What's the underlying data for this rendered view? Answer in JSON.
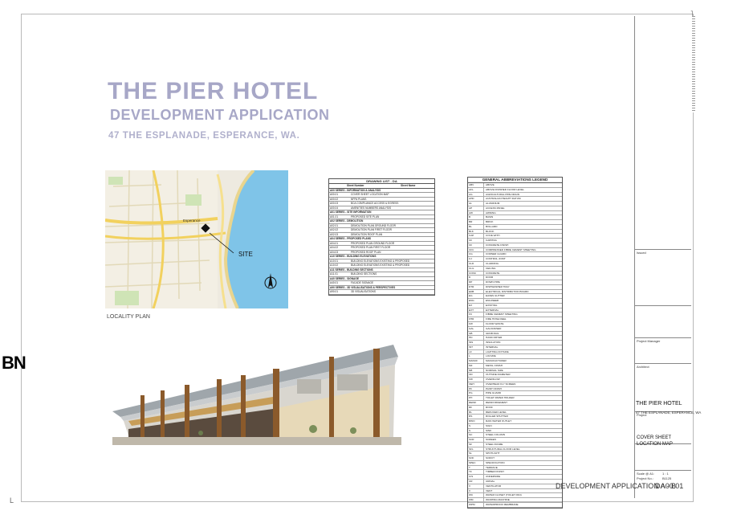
{
  "header": {
    "title": "THE PIER HOTEL",
    "subtitle": "DEVELOPMENT APPLICATION",
    "address": "47 THE ESPLANADE, ESPERANCE, WA."
  },
  "map": {
    "site_label": "SITE",
    "town_label": "Esperance",
    "caption": "LOCALITY PLAN"
  },
  "drawing_list": {
    "title": "DRAWING LIST - DA",
    "col_number": "Sheet Number",
    "col_name": "Sheet Name",
    "rows": [
      {
        "n": "A00 SERIES - INFORMATION & ANALYSIS",
        "t": "",
        "sec": true
      },
      {
        "n": "A00.01",
        "t": "COVER SHEET     LOCATION MAP"
      },
      {
        "n": "A00.02",
        "t": "NFPA PLANS"
      },
      {
        "n": "A00.03",
        "t": "BCA COMPLIANCE     ACCESS & EGRESS"
      },
      {
        "n": "A00.04",
        "t": "AMENITIES NUMBERS ANALYSIS"
      },
      {
        "n": "A01 SERIES - SITE INFORMATION",
        "t": "",
        "sec": true
      },
      {
        "n": "A01.01",
        "t": "PROPOSED SITE PLAN"
      },
      {
        "n": "A02 SERIES - DEMOLITION",
        "t": "",
        "sec": true
      },
      {
        "n": "A02.01",
        "t": "DEMOLITION PLAN   GROUND FLOOR"
      },
      {
        "n": "A02.02",
        "t": "DEMOLITION PLAN   FIRST FLOOR"
      },
      {
        "n": "A02.03",
        "t": "DEMOLITION ROOF PLAN"
      },
      {
        "n": "A04 SERIES - PROPOSED PLANS",
        "t": "",
        "sec": true
      },
      {
        "n": "A04.01",
        "t": "PROPOSED PLAN     GROUND FLOOR"
      },
      {
        "n": "A04.02",
        "t": "PROPOSED PLAN     FIRST FLOOR"
      },
      {
        "n": "A04.03",
        "t": "PROPOSED ROOF PLAN"
      },
      {
        "n": "A10 SERIES - BUILDING ELEVATIONS",
        "t": "",
        "sec": true
      },
      {
        "n": "A10.01",
        "t": "BUILDING ELEVATIONS    EXISTING & PROPOSED"
      },
      {
        "n": "A10.02",
        "t": "BUILDING ELEVATIONS    EXISTING & PROPOSED"
      },
      {
        "n": "A11 SERIES - BUILDING SECTIONS",
        "t": "",
        "sec": true
      },
      {
        "n": "A11.01",
        "t": "BUILDING SECTIONS"
      },
      {
        "n": "A40 SERIES - SIGNAGE",
        "t": "",
        "sec": true
      },
      {
        "n": "A40.01",
        "t": "FACADE SIGNAGE"
      },
      {
        "n": "A90 SERIES - 3D VISUALISATIONS & PERSPECTIVES",
        "t": "",
        "sec": true
      },
      {
        "n": "A90.01",
        "t": "3D VISUALISATIONS"
      }
    ]
  },
  "abbreviations": {
    "title": "GENERAL ABBREVIATIONS LEGEND",
    "rows": [
      {
        "a": "ABV",
        "d": "ABOVE"
      },
      {
        "a": "AFL",
        "d": "ABOVE FINISHED FLOOR LEVEL"
      },
      {
        "a": "AG",
        "d": "AGRICULTURAL PIPE DRAIN"
      },
      {
        "a": "AHD",
        "d": "AUSTRALIAN HEIGHT DATUM"
      },
      {
        "a": "AL",
        "d": "ALUMINIUM"
      },
      {
        "a": "AP",
        "d": "ACCESS PANEL"
      },
      {
        "a": "AW",
        "d": "AWNING"
      },
      {
        "a": "B",
        "d": "BASIN"
      },
      {
        "a": "BR",
        "d": "BRICK"
      },
      {
        "a": "BL",
        "d": "BOLLARD"
      },
      {
        "a": "BLK",
        "d": "BLOCK"
      },
      {
        "a": "CAP",
        "d": "COVE WITH"
      },
      {
        "a": "CF",
        "d": "CAPPING"
      },
      {
        "a": "CF",
        "d": "CONCRETE FINISH"
      },
      {
        "a": "CFC",
        "d": "COMPRESSED FIBRE CEMENT SHEETING"
      },
      {
        "a": "CG",
        "d": "CORNER GUARD"
      },
      {
        "a": "CJ",
        "d": "CONTROL JOINT"
      },
      {
        "a": "CLD",
        "d": "CLADDING"
      },
      {
        "a": "CLG",
        "d": "CEILING"
      },
      {
        "a": "CONC",
        "d": "CONCRETE"
      },
      {
        "a": "D",
        "d": "DOOR"
      },
      {
        "a": "DP",
        "d": "DOWN PIPE"
      },
      {
        "a": "DTR",
        "d": "DISHWASHER TRAY"
      },
      {
        "a": "EDB",
        "d": "ELECTRICAL DISTRIBUTION BOARD"
      },
      {
        "a": "EG",
        "d": "EAVES GUTTER"
      },
      {
        "a": "ENG",
        "d": "ENGINEER"
      },
      {
        "a": "EX",
        "d": "EXISTING"
      },
      {
        "a": "EXT",
        "d": "EXTERNAL"
      },
      {
        "a": "FC",
        "d": "FIBRE CEMENT SHEETING"
      },
      {
        "a": "FHR",
        "d": "FIRE HOSE REEL"
      },
      {
        "a": "FW",
        "d": "FLOOR WASTE"
      },
      {
        "a": "GAL",
        "d": "GALVANISED"
      },
      {
        "a": "GB",
        "d": "GRAB RAIL"
      },
      {
        "a": "HD",
        "d": "HAND DRYER"
      },
      {
        "a": "INS",
        "d": "INSULATION"
      },
      {
        "a": "INT",
        "d": "INTERNAL"
      },
      {
        "a": "LF",
        "d": "LIGHTING FIXTURE"
      },
      {
        "a": "L",
        "d": "LOUVRE"
      },
      {
        "a": "MANUF",
        "d": "MANUFACTURER"
      },
      {
        "a": "MF",
        "d": "METAL FINISH"
      },
      {
        "a": "NB",
        "d": "NOMINAL SIZE"
      },
      {
        "a": "OD",
        "d": "OUTSIDE DIAMETER"
      },
      {
        "a": "O/F",
        "d": "OVERFLOW"
      },
      {
        "a": "OEH",
        "d": "OVERHEAD FLY SCREEN"
      },
      {
        "a": "PF",
        "d": "PAINT FINISH"
      },
      {
        "a": "PG",
        "d": "PIPE GUARD"
      },
      {
        "a": "PH",
        "d": "TOILET PAPER HOLDER"
      },
      {
        "a": "REINF",
        "d": "REINFORCEMENT"
      },
      {
        "a": "RF",
        "d": "ROOF"
      },
      {
        "a": "RL",
        "d": "REDUCED LEVEL"
      },
      {
        "a": "RS",
        "d": "ROLLER SHUTTER"
      },
      {
        "a": "RWO",
        "d": "RAIN WATER OUTLET"
      },
      {
        "a": "S",
        "d": "SIGN"
      },
      {
        "a": "S",
        "d": "SINK"
      },
      {
        "a": "SC",
        "d": "STEEL COLUMN"
      },
      {
        "a": "SCR",
        "d": "SCREEN"
      },
      {
        "a": "SF",
        "d": "STEEL FRAME"
      },
      {
        "a": "SFL",
        "d": "STRUCTURAL FLOOR LEVEL"
      },
      {
        "a": "SL",
        "d": "SPOTLIGHT"
      },
      {
        "a": "SOF",
        "d": "SOFFIT"
      },
      {
        "a": "SPEC",
        "d": "SPECIFICATION"
      },
      {
        "a": "T",
        "d": "TERRACE"
      },
      {
        "a": "TF",
        "d": "TIMBER FINISH"
      },
      {
        "a": "U/S",
        "d": "UNDERSIDE"
      },
      {
        "a": "UR",
        "d": "URINAL"
      },
      {
        "a": "V",
        "d": "VENTILATOR"
      },
      {
        "a": "V",
        "d": "VENT"
      },
      {
        "a": "WC",
        "d": "WATER CLOSET (TOILET PAN)"
      },
      {
        "a": "WM",
        "d": "WASHING MACHINE"
      },
      {
        "a": "WPM",
        "d": "WATERPROOF MEMBRANE"
      }
    ]
  },
  "render": {
    "caption": ""
  },
  "title_block": {
    "logo": "BN",
    "project_label": "Project",
    "project_name": "THE PIER HOTEL",
    "project_address": "47 THE ESPLANADE, ESPERANCE, WA",
    "sheet_name_1": "COVER SHEET",
    "sheet_name_2": "LOCATION MAP",
    "scale_label": "Scale @ A1:",
    "scale_value": "1 : 1",
    "project_no_label": "Project No.:",
    "project_no_value": "B1125",
    "project_manager": "Project Manager",
    "architect": "Architect",
    "status": "Issued"
  },
  "footer": {
    "label": "DEVELOPMENT APPLICATION",
    "sheet": "A00.01",
    "code": "DA - B"
  }
}
